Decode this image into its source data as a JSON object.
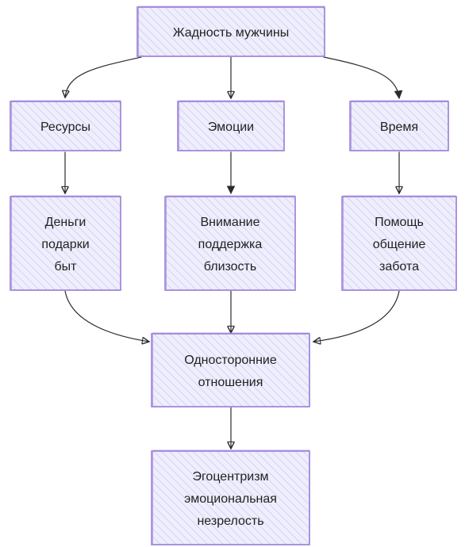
{
  "nodes": {
    "root": {
      "lines": [
        "Жадность мужчины"
      ]
    },
    "resources": {
      "lines": [
        "Ресурсы"
      ]
    },
    "emotions": {
      "lines": [
        "Эмоции"
      ]
    },
    "time": {
      "lines": [
        "Время"
      ]
    },
    "money": {
      "lines": [
        "Деньги",
        "подарки",
        "быт"
      ]
    },
    "attention": {
      "lines": [
        "Внимание",
        "поддержка",
        "близость"
      ]
    },
    "help": {
      "lines": [
        "Помощь",
        "общение",
        "забота"
      ]
    },
    "onesided": {
      "lines": [
        "Односторонние",
        "отношения"
      ]
    },
    "egocentrism": {
      "lines": [
        "Эгоцентризм",
        "эмоциональная",
        "незрелость"
      ]
    }
  },
  "colors": {
    "node_border": "#9b7fd9",
    "node_fill": "#ecebfb",
    "hatch": "#c9c3f0",
    "edge": "#2b2b2b"
  }
}
